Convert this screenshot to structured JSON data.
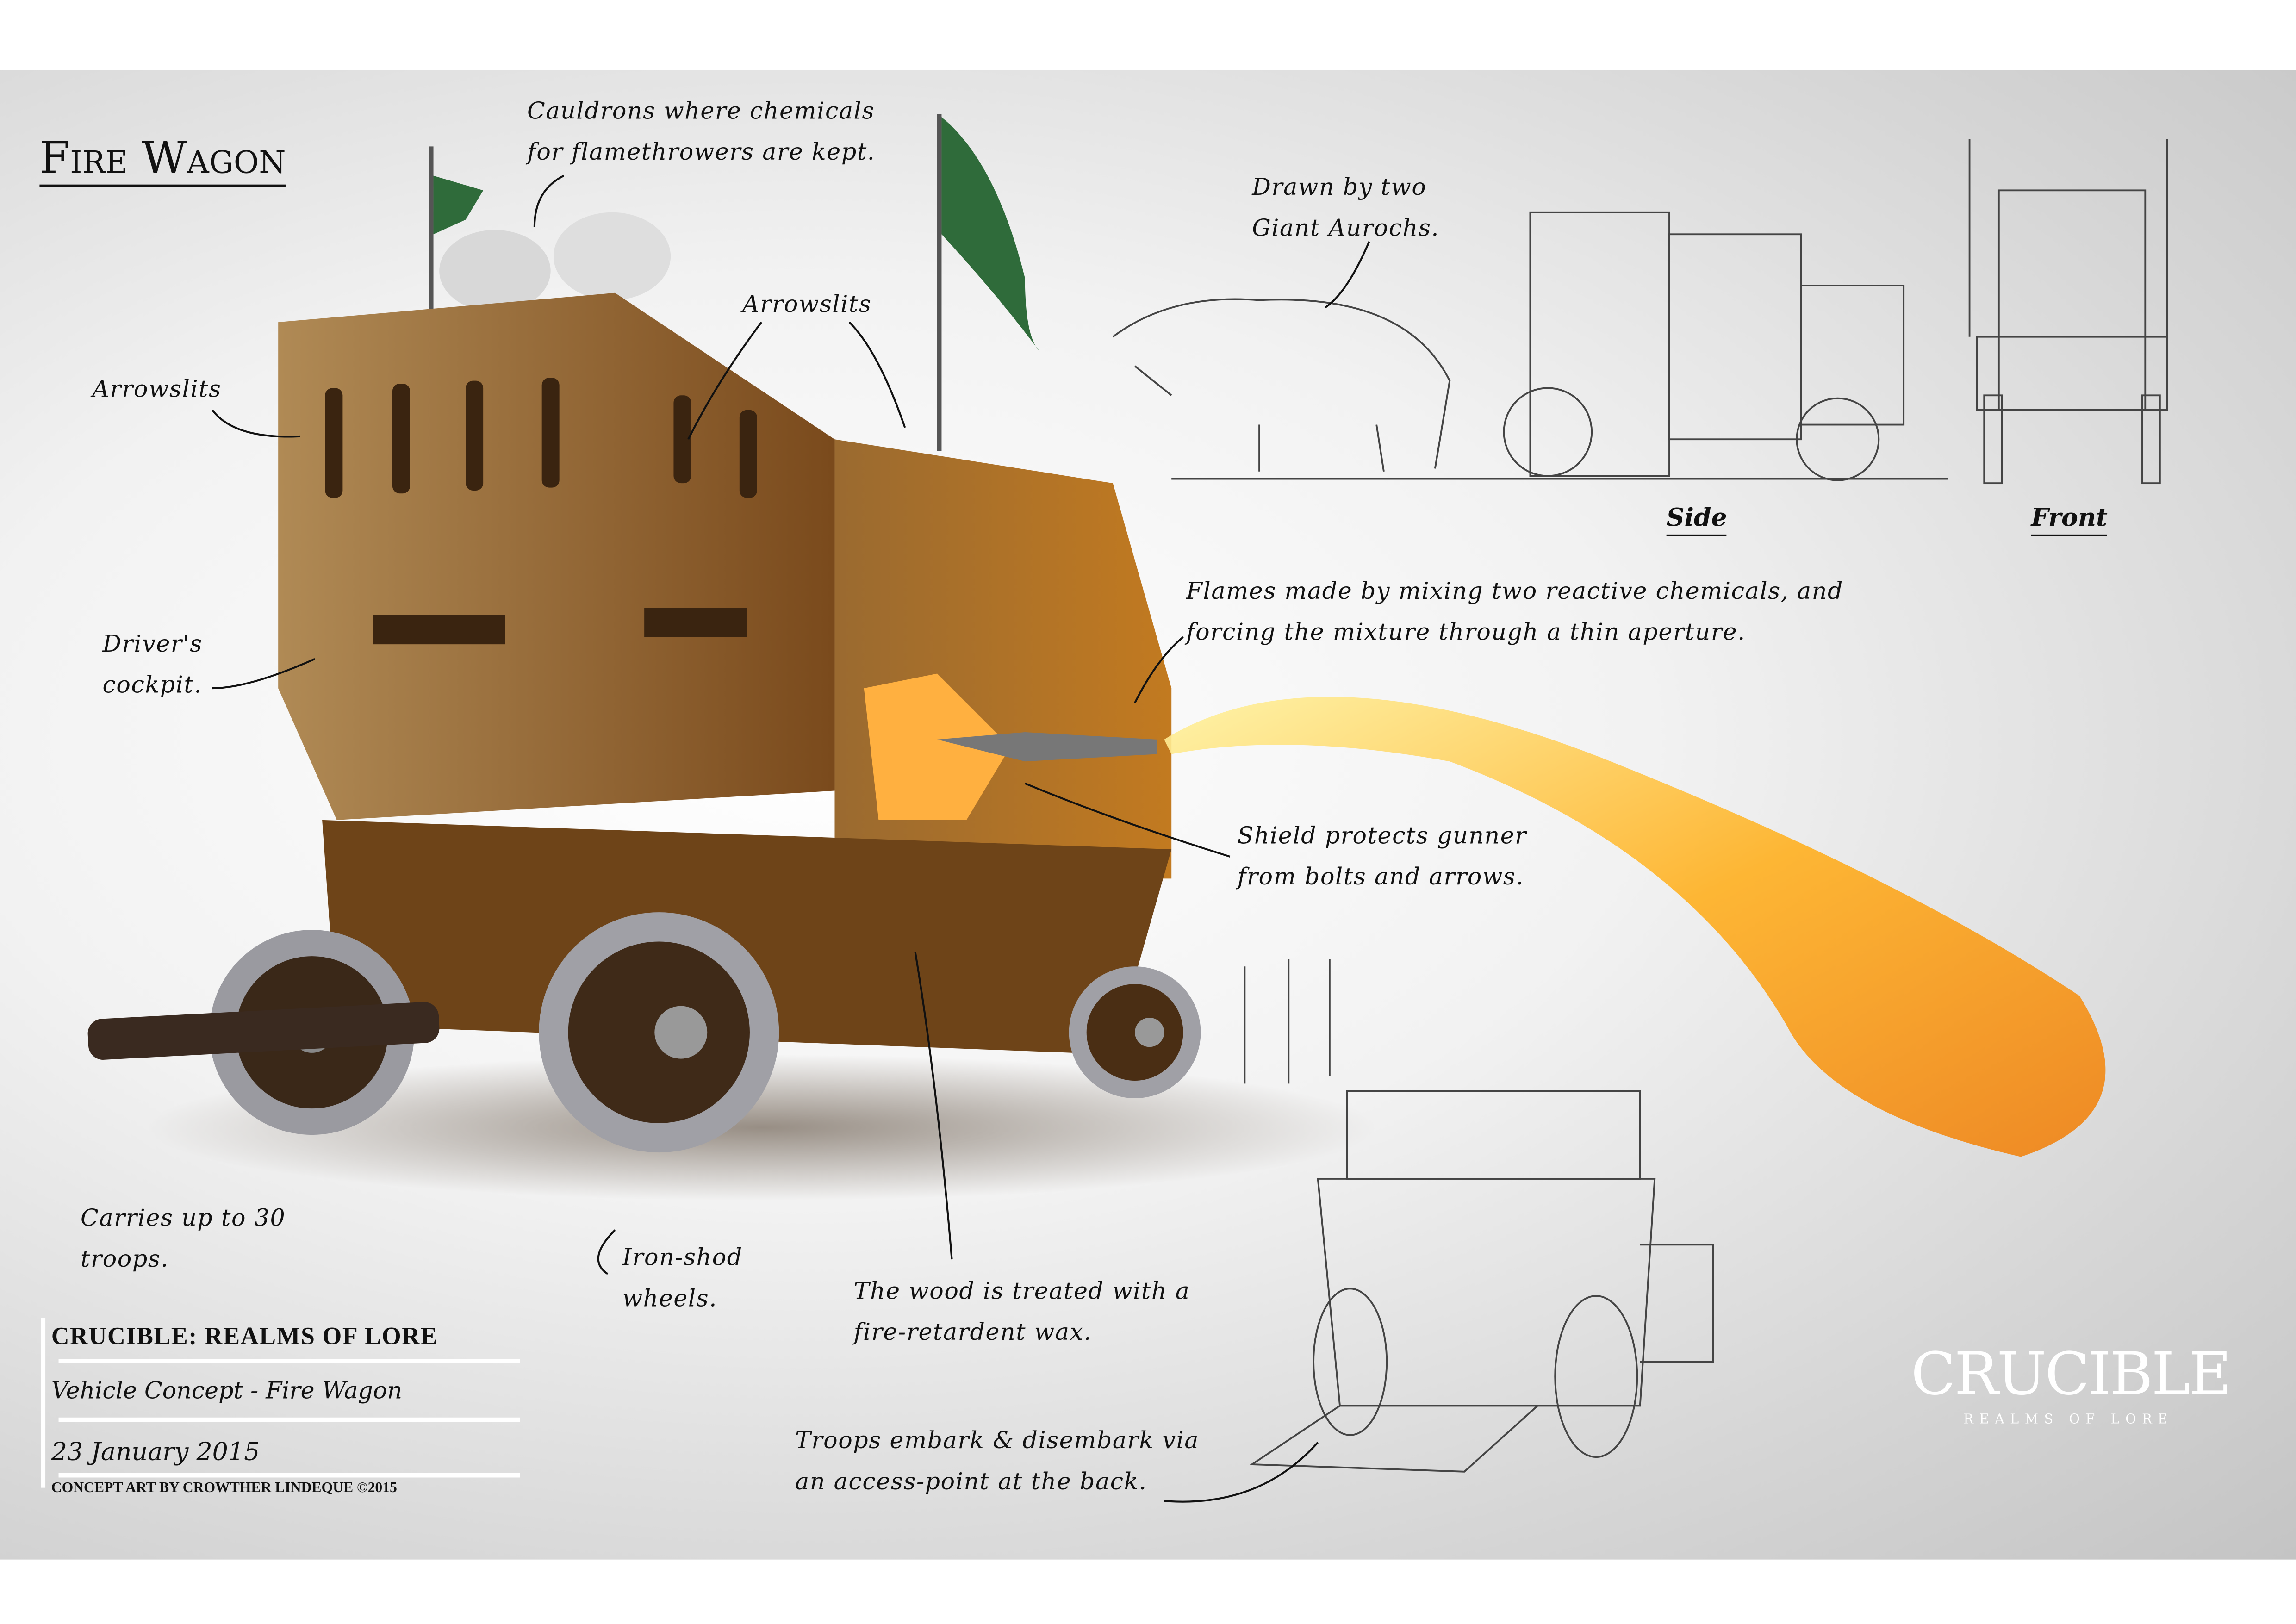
{
  "title": "Fire Wagon",
  "annotations": {
    "cauldrons": "Cauldrons where chemicals\nfor flamethrowers are kept.",
    "arrowslits_left": "Arrowslits",
    "arrowslits_right": "Arrowslits",
    "aurochs": "Drawn by two\nGiant Aurochs.",
    "flames": "Flames made by mixing two reactive chemicals, and\nforcing the mixture through a thin aperture.",
    "cockpit": "Driver's\ncockpit.",
    "shield": "Shield protects gunner\nfrom bolts and arrows.",
    "troops": "Carries up to 30\ntroops.",
    "wheels": "Iron-shod\nwheels.",
    "wood": "The wood is treated with a\nfire-retardent wax.",
    "access": "Troops embark & disembark via\nan access-point at the back."
  },
  "views": {
    "side": "Side",
    "front": "Front"
  },
  "info": {
    "game": "CRUCIBLE: REALMS OF LORE",
    "concept": "Vehicle Concept - Fire Wagon",
    "date": "23 January 2015",
    "credit": "CONCEPT ART BY CROWTHER LINDEQUE ©2015"
  },
  "logo": {
    "name": "CRUCIBLE",
    "tagline": "REALMS OF LORE"
  },
  "colors": {
    "wood": "#8a5a2a",
    "flame": "#ffb020",
    "flag": "#2f6b3a"
  }
}
